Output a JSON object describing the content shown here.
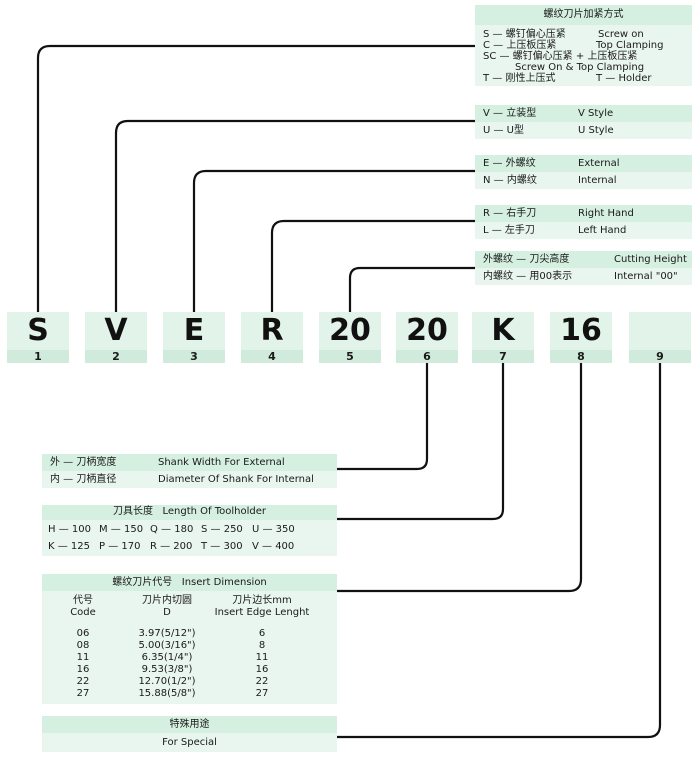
{
  "clamping": {
    "title": "螺纹刀片加紧方式",
    "rows": [
      [
        "S — 螺钉偏心压紧",
        "Screw on"
      ],
      [
        "C — 上压板压紧",
        "Top Clamping"
      ],
      [
        "SC — 螺钉偏心压紧 + 上压板压紧",
        "Screw On & Top Clamping"
      ],
      [
        "T — 刚性上压式",
        "T — Holder"
      ]
    ]
  },
  "style": {
    "rows": [
      [
        "V — 立装型",
        "V Style"
      ],
      [
        "U — U型",
        "U Style"
      ]
    ]
  },
  "thread": {
    "rows": [
      [
        "E — 外螺纹",
        "External"
      ],
      [
        "N — 内螺纹",
        "Internal"
      ]
    ]
  },
  "hand": {
    "rows": [
      [
        "R — 右手刀",
        "Right Hand"
      ],
      [
        "L — 左手刀",
        "Left Hand"
      ]
    ]
  },
  "height": {
    "rows": [
      [
        "外螺纹 — 刀尖高度",
        "Cutting Height"
      ],
      [
        "内螺纹 — 用00表示",
        "Internal \"00\""
      ]
    ]
  },
  "code": {
    "letters": [
      "S",
      "V",
      "E",
      "R",
      "20",
      "20",
      "K",
      "16",
      ""
    ],
    "numbers": [
      "1",
      "2",
      "3",
      "4",
      "5",
      "6",
      "7",
      "8",
      "9"
    ]
  },
  "shank": {
    "rows": [
      [
        "外 — 刀柄宽度",
        "Shank Width For External"
      ],
      [
        "内 — 刀柄直径",
        "Diameter Of Shank For Internal"
      ]
    ]
  },
  "length": {
    "title": "刀具长度   Length Of Toolholder",
    "row1": [
      "H — 100",
      "M — 150",
      "Q — 180",
      "S — 250",
      "U — 350"
    ],
    "row2": [
      "K — 125",
      "P — 170",
      "R — 200",
      "T — 300",
      "V — 400"
    ]
  },
  "insert": {
    "title": "螺纹刀片代号   Insert Dimension",
    "col1": [
      "代号",
      "Code"
    ],
    "col2": [
      "刀片内切圆",
      "D"
    ],
    "col3": [
      "刀片边长mm",
      "Insert Edge Lenght"
    ],
    "rows": [
      [
        "06",
        "3.97(5/12\")",
        "6"
      ],
      [
        "08",
        "5.00(3/16\")",
        "8"
      ],
      [
        "11",
        "6.35(1/4\")",
        "11"
      ],
      [
        "16",
        "9.53(3/8\")",
        "16"
      ],
      [
        "22",
        "12.70(1/2\")",
        "22"
      ],
      [
        "27",
        "15.88(5/8\")",
        "27"
      ]
    ]
  },
  "special": {
    "title": "特殊用途",
    "label": "For Special"
  },
  "colors": {
    "header": "#d5efe1",
    "body": "#e9f6ef",
    "line": "#111111"
  }
}
